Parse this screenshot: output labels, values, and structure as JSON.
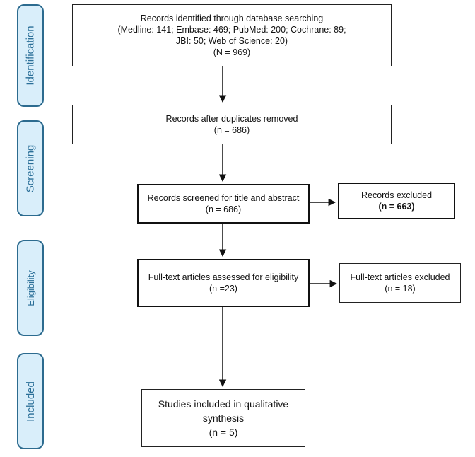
{
  "phases": {
    "identification": "Identification",
    "screening": "Screening",
    "eligibility": "Eligibility",
    "included": "Included"
  },
  "boxes": {
    "identified": {
      "line1": "Records identified through database searching",
      "line2": "(Medline: 141; Embase: 469; PubMed: 200; Cochrane: 89;",
      "line3": "JBI: 50; Web of Science: 20)",
      "line4": "(N = 969)"
    },
    "duplicates_removed": {
      "line1": "Records after duplicates removed",
      "line2": "(n = 686)"
    },
    "screened": {
      "line1": "Records screened for title and abstract",
      "line2": "(n = 686)"
    },
    "excluded_screening": {
      "line1": "Records excluded",
      "line2": "(n = 663)"
    },
    "fulltext_assessed": {
      "line1": "Full-text articles assessed for eligibility",
      "line2": "(n =23)"
    },
    "fulltext_excluded": {
      "line1": "Full-text articles excluded",
      "line2": "(n = 18)"
    },
    "included": {
      "line1": "Studies included in qualitative",
      "line2": "synthesis",
      "line3": "(n = 5)"
    }
  },
  "colors": {
    "phase_fill": "#d9eefa",
    "phase_border": "#2c6b8f",
    "phase_text": "#2b6f98",
    "line": "#111111"
  }
}
